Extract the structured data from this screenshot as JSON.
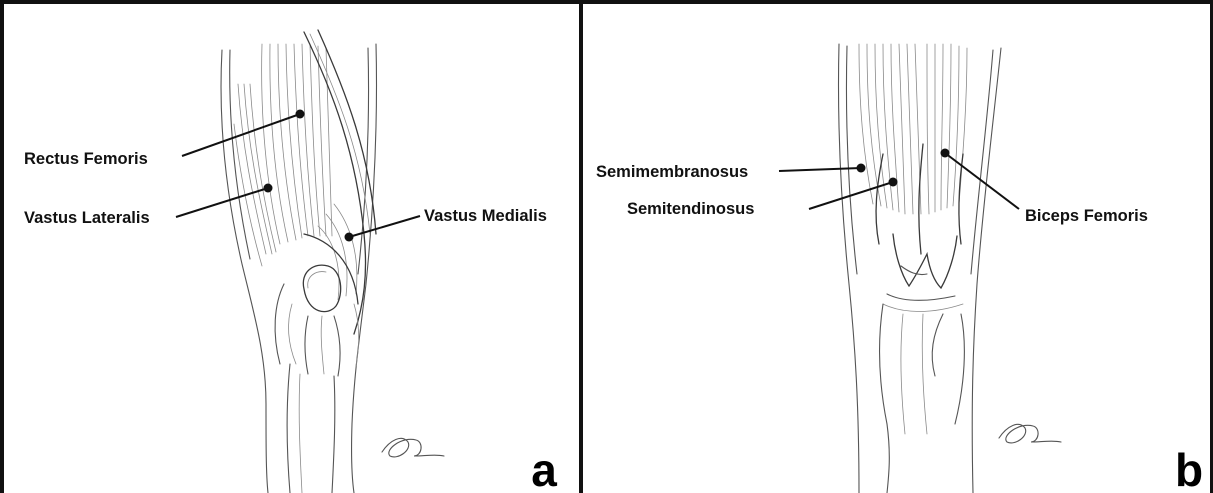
{
  "panels": [
    {
      "letter": "a",
      "labels": {
        "rectus_femoris": "Rectus Femoris",
        "vastus_lateralis": "Vastus Lateralis",
        "vastus_medialis": "Vastus Medialis"
      }
    },
    {
      "letter": "b",
      "labels": {
        "semimembranosus": "Semimembranosus",
        "semitendinosus": "Semitendinosus",
        "biceps_femoris": "Biceps Femoris"
      }
    }
  ]
}
